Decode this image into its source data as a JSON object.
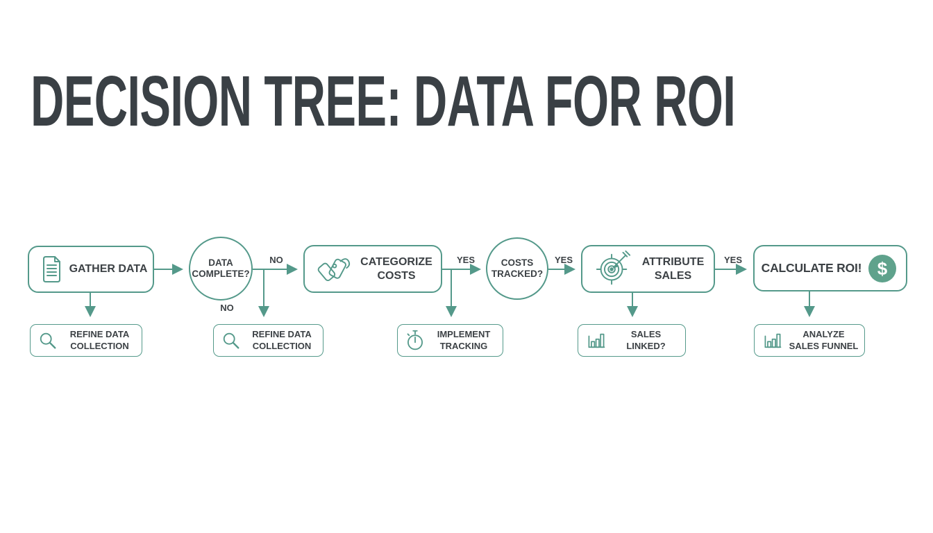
{
  "page": {
    "title": "DECISION TREE: DATA FOR ROI"
  },
  "colors": {
    "accent": "#54998a",
    "coin_fill": "#5fa28c",
    "text": "#3c4145",
    "background": "#ffffff"
  },
  "flow": {
    "nodes": {
      "gather_data": {
        "label": "GATHER DATA",
        "icon": "document-icon"
      },
      "data_complete": {
        "label": "DATA\nCOMPLETE?"
      },
      "categorize_costs": {
        "label": "CATEGORIZE\nCOSTS",
        "icon": "price-tags-icon"
      },
      "costs_tracked": {
        "label": "COSTS\nTRACKED?"
      },
      "attribute_sales": {
        "label": "ATTRIBUTE\nSALES",
        "icon": "target-dart-icon"
      },
      "calculate_roi": {
        "label": "CALCULATE ROI!",
        "coin_symbol": "$",
        "icon": "dollar-coin-icon"
      },
      "refine_data_a": {
        "label": "REFINE DATA\nCOLLECTION",
        "icon": "magnifier-icon"
      },
      "refine_data_b": {
        "label": "REFINE DATA\nCOLLECTION",
        "icon": "magnifier-icon"
      },
      "implement_tracking": {
        "label": "IMPLEMENT\nTRACKING",
        "icon": "stopwatch-icon"
      },
      "sales_linked": {
        "label": "SALES\nLINKED?",
        "icon": "bar-chart-icon"
      },
      "analyze_sales_funnel": {
        "label": "ANALYZE\nSALES FUNNEL",
        "icon": "bar-chart-icon"
      }
    },
    "edge_labels": {
      "no_right": "NO",
      "no_down": "NO",
      "yes_after_categorize": "YES",
      "yes_after_costs_tracked": "YES",
      "yes_after_attribute": "YES"
    }
  }
}
